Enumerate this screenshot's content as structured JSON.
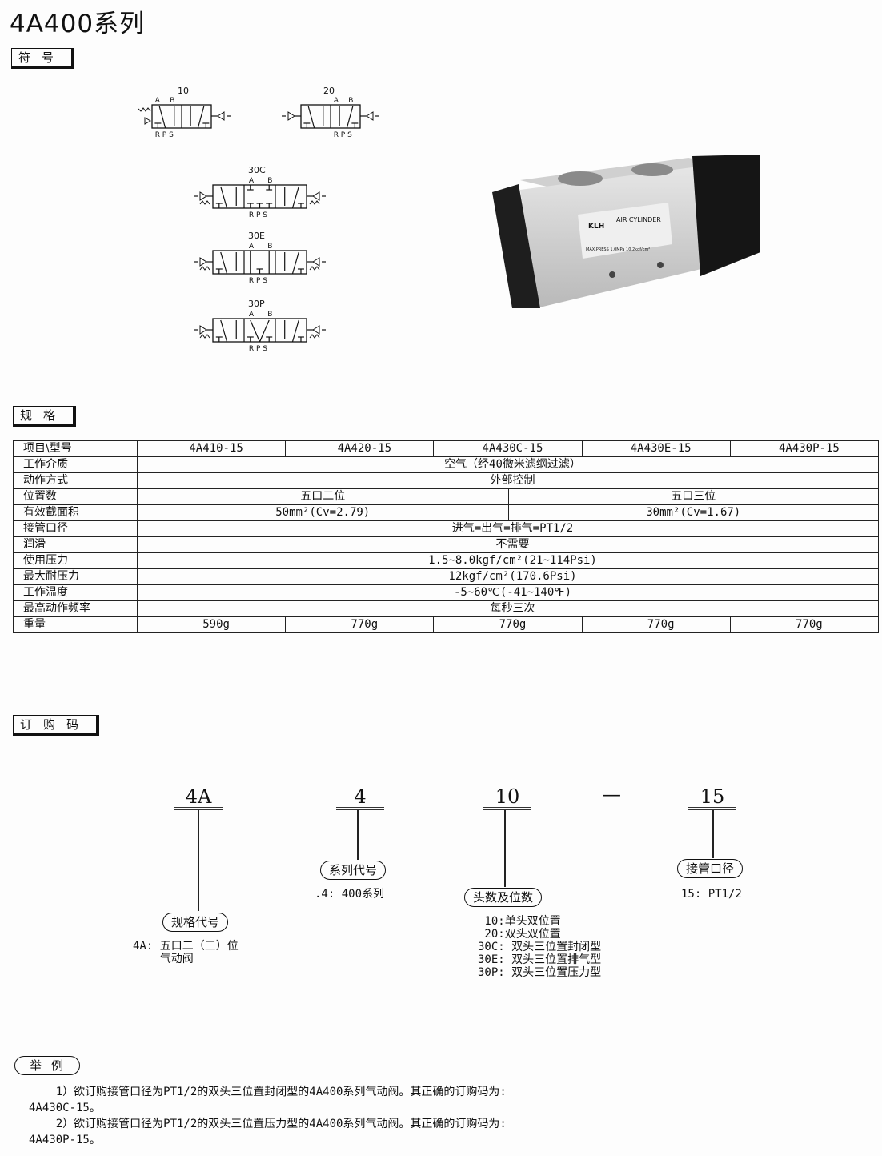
{
  "title": "4A400系列",
  "sections": {
    "symbol": "符号",
    "spec": "规格",
    "order": "订购码",
    "example": "举例"
  },
  "symbols": [
    {
      "label": "10",
      "ports_top": [
        "A",
        "B"
      ],
      "ports_bottom": "R P S"
    },
    {
      "label": "20",
      "ports_top": [
        "A",
        "B"
      ],
      "ports_bottom": "R P S"
    },
    {
      "label": "30C",
      "ports_top": [
        "A",
        "B"
      ],
      "ports_bottom": "R P S"
    },
    {
      "label": "30E",
      "ports_top": [
        "A",
        "B"
      ],
      "ports_bottom": "R P S"
    },
    {
      "label": "30P",
      "ports_top": [
        "A",
        "B"
      ],
      "ports_bottom": "R P S"
    }
  ],
  "product_image": {
    "label_brand": "KLH",
    "label_text": "AIR CYLINDER",
    "label_press": "MAX.PRESS 1.0MPa 10.2kgf/cm²"
  },
  "spec_table": {
    "header": {
      "label": "项目\\型号",
      "models": [
        "4A410-15",
        "4A420-15",
        "4A430C-15",
        "4A430E-15",
        "4A430P-15"
      ]
    },
    "rows": [
      {
        "label": "工作介质",
        "value": "空气（经40微米滤纲过滤）"
      },
      {
        "label": "动作方式",
        "value": "外部控制"
      },
      {
        "label": "位置数",
        "left": "五口二位",
        "right": "五口三位"
      },
      {
        "label": "有效截面积",
        "left": "50mm²(Cv=2.79)",
        "right": "30mm²(Cv=1.67)"
      },
      {
        "label": "接管口径",
        "value": "进气=出气=排气=PT1/2"
      },
      {
        "label": "润滑",
        "value": "不需要"
      },
      {
        "label": "使用压力",
        "value": "1.5~8.0kgf/cm²(21~114Psi)"
      },
      {
        "label": "最大耐压力",
        "value": "12kgf/cm²(170.6Psi)"
      },
      {
        "label": "工作温度",
        "value": "-5~60℃(-41~140℉)"
      },
      {
        "label": "最高动作频率",
        "value": "每秒三次"
      }
    ],
    "weight": {
      "label": "重量",
      "values": [
        "590g",
        "770g",
        "770g",
        "770g",
        "770g"
      ]
    }
  },
  "order_code": {
    "parts": [
      {
        "code": "4A",
        "name": "规格代号",
        "desc": "4A: 五口二（三）位\n    气动阀"
      },
      {
        "code": "4",
        "name": "系列代号",
        "desc": ".4: 400系列"
      },
      {
        "code": "10",
        "name": "头数及位数",
        "desc": " 10:单头双位置\n 20:双头双位置\n30C: 双头三位置封闭型\n30E: 双头三位置排气型\n30P: 双头三位置压力型"
      },
      {
        "code": "15",
        "name": "接管口径",
        "desc": "15: PT1/2"
      }
    ],
    "separator": "—"
  },
  "examples": [
    {
      "line1": "    1）欲订购接管口径为PT1/2的双头三位置封闭型的4A400系列气动阀。其正确的订购码为:",
      "line2": "4A430C-15。"
    },
    {
      "line1": "    2）欲订购接管口径为PT1/2的双头三位置压力型的4A400系列气动阀。其正确的订购码为:",
      "line2": "4A430P-15。"
    }
  ]
}
